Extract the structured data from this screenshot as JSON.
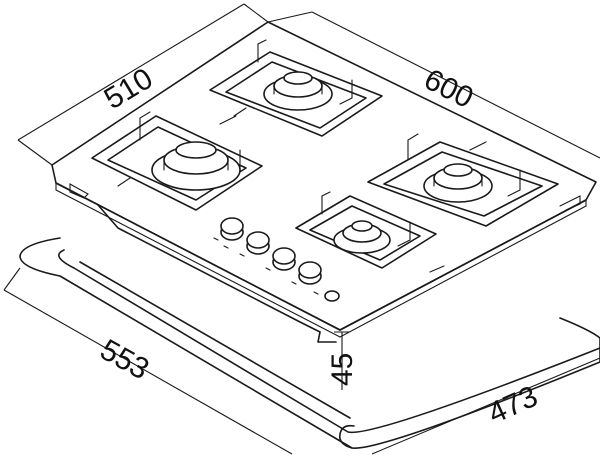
{
  "dimensions": {
    "depth": "510",
    "width": "600",
    "cutout_width": "553",
    "cutout_depth": "473",
    "height": "45"
  },
  "diagram": {
    "burners": 4,
    "control_knobs": 4
  }
}
